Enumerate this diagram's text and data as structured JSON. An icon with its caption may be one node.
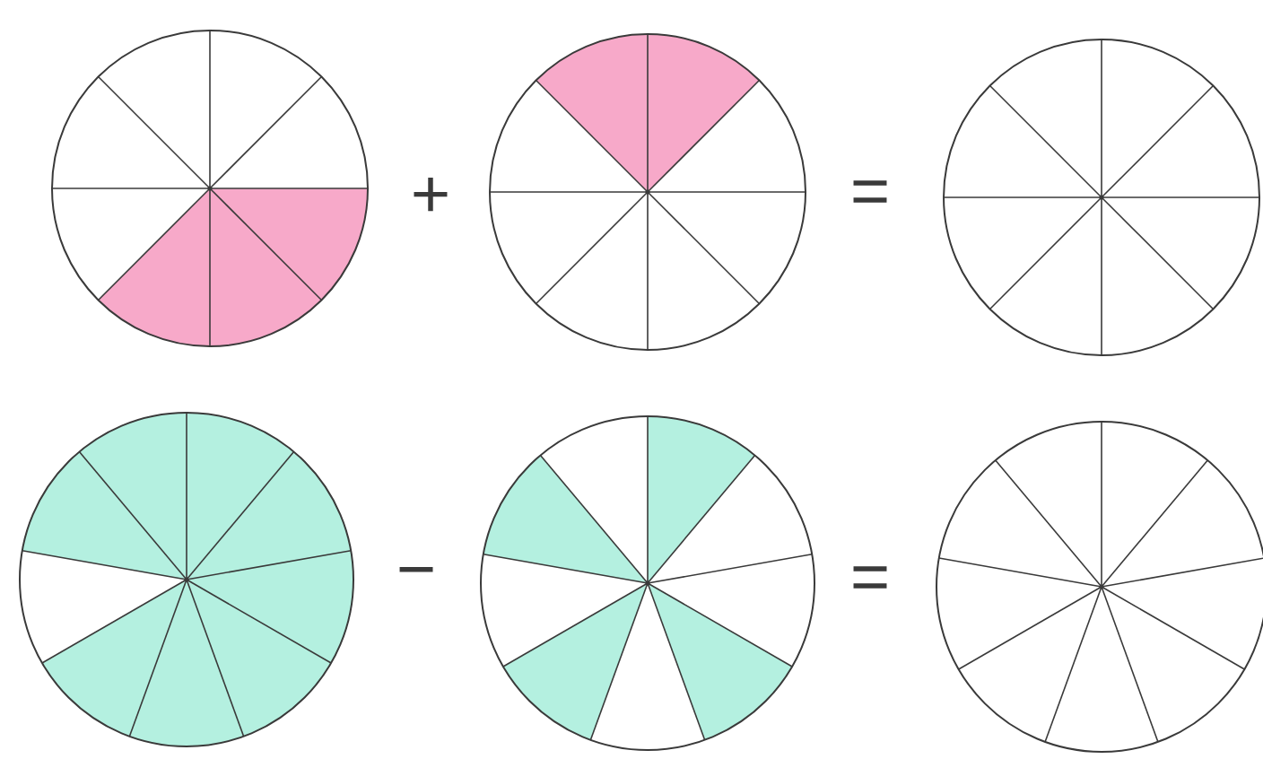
{
  "diagram": {
    "nodes": [
      {
        "text": [],
        "shape": "circle"
      },
      {
        "text": [],
        "shape": "circle"
      },
      {
        "text": [],
        "shape": "circle"
      },
      {
        "text": [],
        "shape": "circle"
      },
      {
        "text": [],
        "shape": "circle"
      },
      {
        "text": [],
        "shape": "circle"
      }
    ],
    "labels": [
      "+",
      "=",
      "−",
      "="
    ]
  }
}
